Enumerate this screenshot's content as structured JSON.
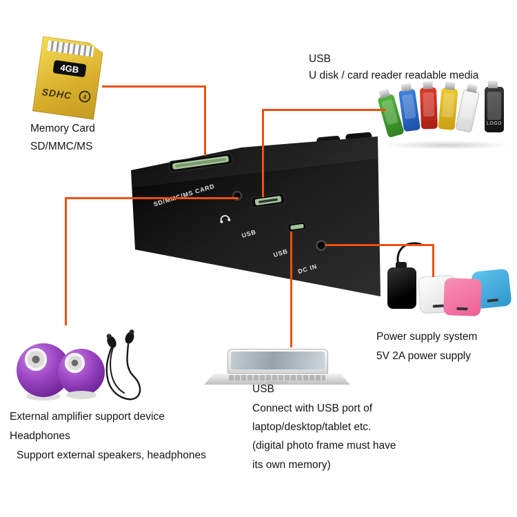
{
  "palette": {
    "callout": "#ee4f10",
    "background": "#ffffff",
    "text": "#141414"
  },
  "memory_card": {
    "capacity": "4GB",
    "logo": "SDHC",
    "class_mark": "4",
    "caption_line1": "Memory Card",
    "caption_line2": "SD/MMC/MS"
  },
  "usb_media": {
    "heading": "USB",
    "subheading": "U disk / card reader readable media",
    "black_drive_label": "LOGO"
  },
  "frame": {
    "sd_slot_label": "SD/MMC/MS CARD",
    "usb_label_1": "USB",
    "usb_label_2": "USB",
    "dc_label": "DC IN"
  },
  "power": {
    "caption_line1": "Power supply system",
    "caption_line2": "5V 2A power supply"
  },
  "audio": {
    "caption_line1": "External amplifier support device",
    "caption_line2": "Headphones",
    "caption_line3": "Support external speakers, headphones"
  },
  "laptop": {
    "heading": "USB",
    "caption_line1": "Connect with USB port of",
    "caption_line2": "laptop/desktop/tablet etc.",
    "caption_line3": "(digital photo frame must have",
    "caption_line4": "its own memory)"
  }
}
